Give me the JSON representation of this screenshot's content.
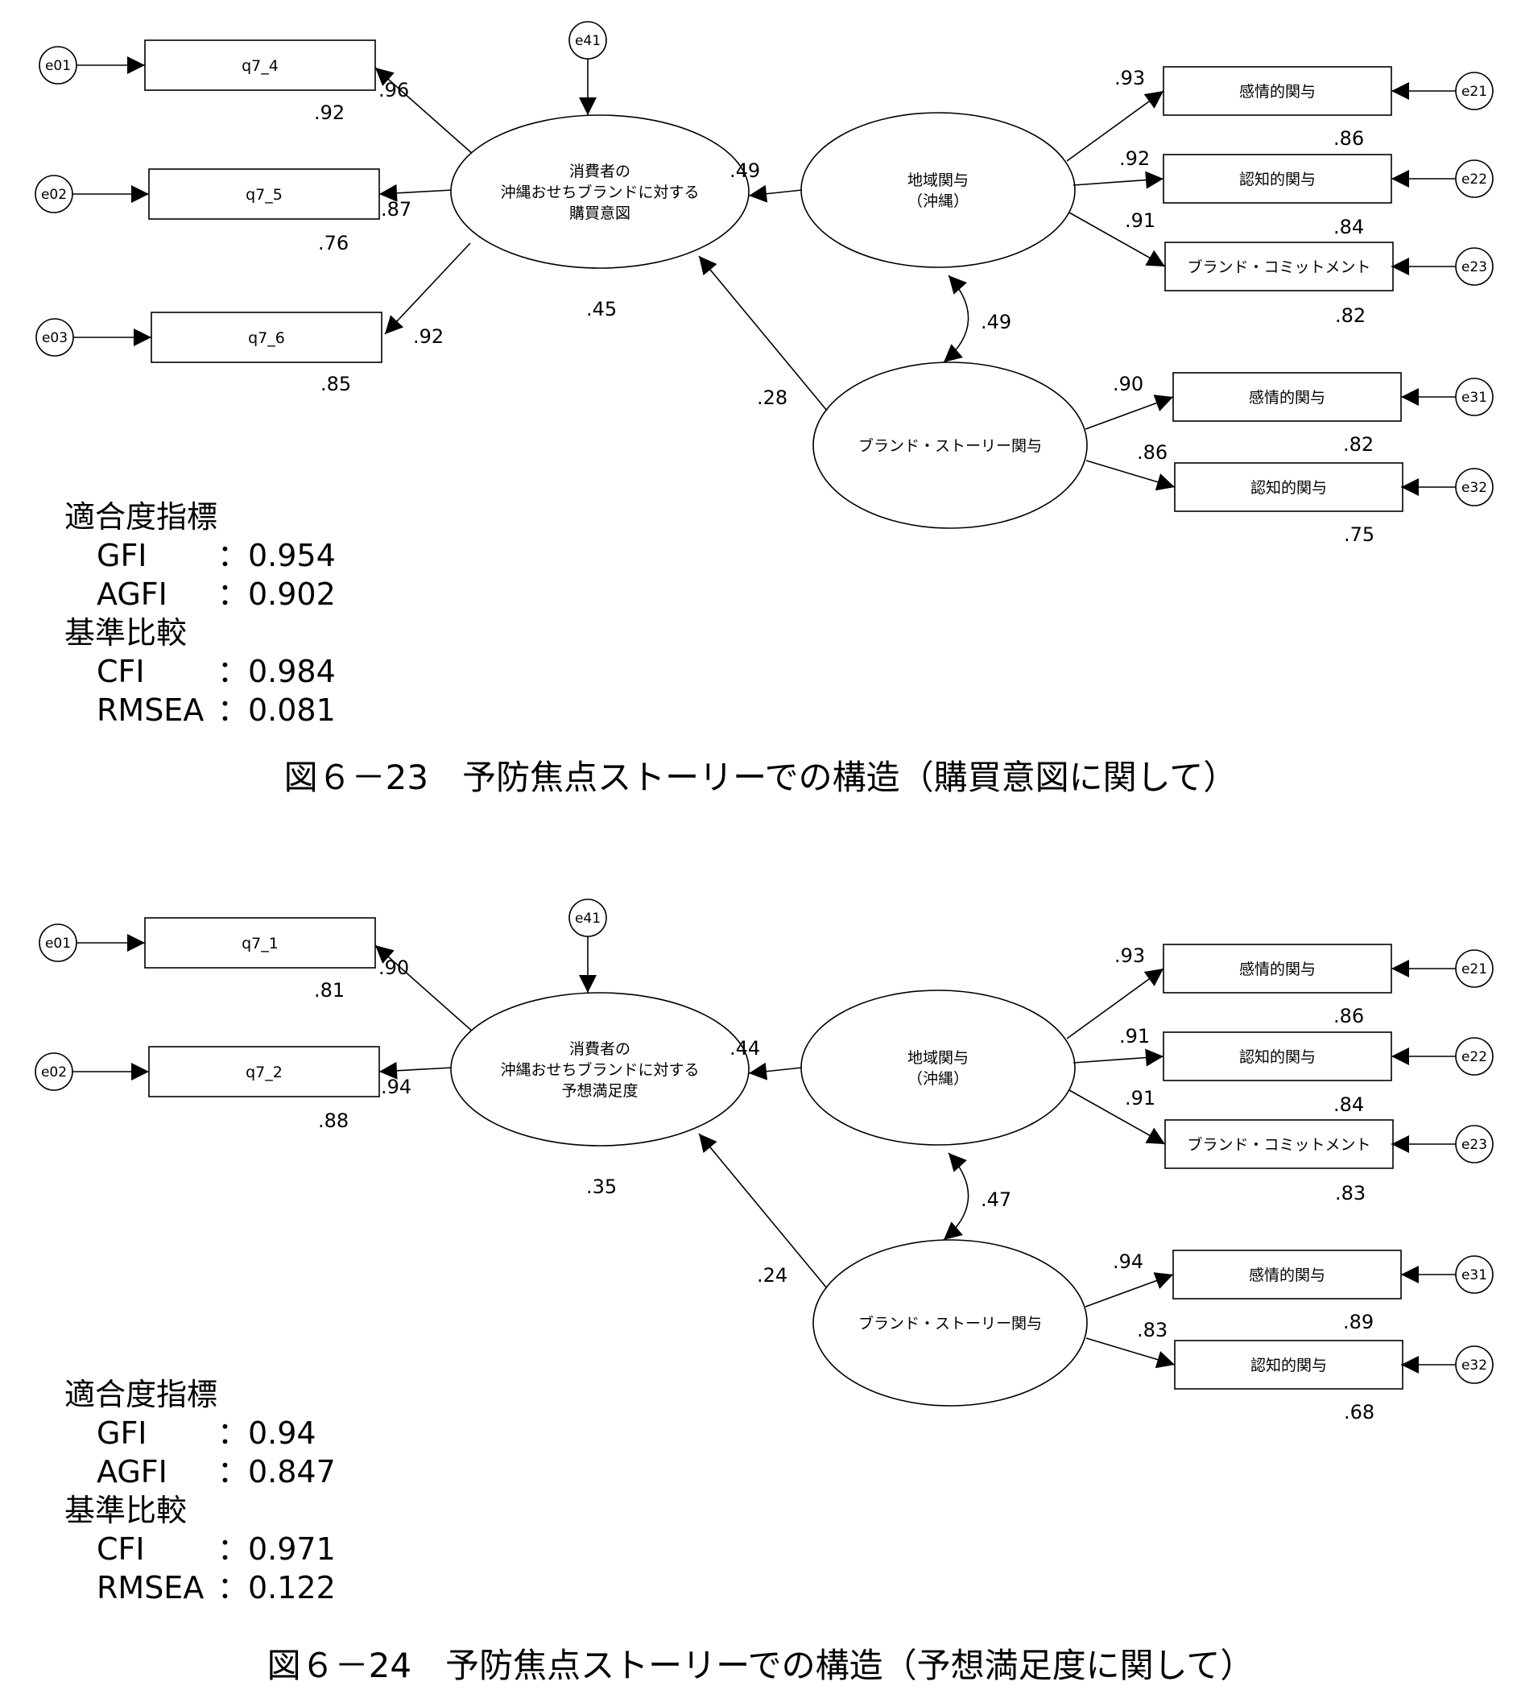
{
  "figures": [
    {
      "caption": "図６－23　予防焦点ストーリーでの構造（購買意図に関して）",
      "fit": {
        "heading1": "適合度指標",
        "gfi_label": "GFI",
        "gfi_value": "：0.954",
        "agfi_label": "AGFI",
        "agfi_value": "：0.902",
        "heading2": "基準比較",
        "cfi_label": "CFI",
        "cfi_value": "：0.984",
        "rmsea_label": "RMSEA",
        "rmsea_value": "：0.081"
      },
      "left_indicators": [
        {
          "label": "q7_4",
          "error": "e01",
          "loading": ".96",
          "r2": ".92"
        },
        {
          "label": "q7_5",
          "error": "e02",
          "loading": ".87",
          "r2": ".76"
        },
        {
          "label": "q7_6",
          "error": "e03",
          "loading": ".92",
          "r2": ".85"
        }
      ],
      "outcome": {
        "lines": [
          "消費者の",
          "沖縄おせちブランドに対する",
          "購買意図"
        ],
        "error": "e41",
        "r2": ".45"
      },
      "region": {
        "lines": [
          "地域関与",
          "（沖縄）"
        ],
        "path": ".49",
        "indicators": [
          {
            "label": "感情的関与",
            "error": "e21",
            "loading": ".93",
            "r2": ".86"
          },
          {
            "label": "認知的関与",
            "error": "e22",
            "loading": ".92",
            "r2": ".84"
          },
          {
            "label": "ブランド・コミットメント",
            "error": "e23",
            "loading": ".91",
            "r2": ".82"
          }
        ]
      },
      "story": {
        "lines": [
          "ブランド・ストーリー関与"
        ],
        "path": ".28",
        "indicators": [
          {
            "label": "感情的関与",
            "error": "e31",
            "loading": ".90",
            "r2": ".82"
          },
          {
            "label": "認知的関与",
            "error": "e32",
            "loading": ".86",
            "r2": ".75"
          }
        ]
      },
      "correlation": ".49"
    },
    {
      "caption": "図６－24　予防焦点ストーリーでの構造（予想満足度に関して）",
      "fit": {
        "heading1": "適合度指標",
        "gfi_label": "GFI",
        "gfi_value": "：0.94",
        "agfi_label": "AGFI",
        "agfi_value": "：0.847",
        "heading2": "基準比較",
        "cfi_label": "CFI",
        "cfi_value": "：0.971",
        "rmsea_label": "RMSEA",
        "rmsea_value": "：0.122"
      },
      "left_indicators": [
        {
          "label": "q7_1",
          "error": "e01",
          "loading": ".90",
          "r2": ".81"
        },
        {
          "label": "q7_2",
          "error": "e02",
          "loading": ".94",
          "r2": ".88"
        }
      ],
      "outcome": {
        "lines": [
          "消費者の",
          "沖縄おせちブランドに対する",
          "予想満足度"
        ],
        "error": "e41",
        "r2": ".35"
      },
      "region": {
        "lines": [
          "地域関与",
          "（沖縄）"
        ],
        "path": ".44",
        "indicators": [
          {
            "label": "感情的関与",
            "error": "e21",
            "loading": ".93",
            "r2": ".86"
          },
          {
            "label": "認知的関与",
            "error": "e22",
            "loading": ".91",
            "r2": ".84"
          },
          {
            "label": "ブランド・コミットメント",
            "error": "e23",
            "loading": ".91",
            "r2": ".83"
          }
        ]
      },
      "story": {
        "lines": [
          "ブランド・ストーリー関与"
        ],
        "path": ".24",
        "indicators": [
          {
            "label": "感情的関与",
            "error": "e31",
            "loading": ".94",
            "r2": ".89"
          },
          {
            "label": "認知的関与",
            "error": "e32",
            "loading": ".83",
            "r2": ".68"
          }
        ]
      },
      "correlation": ".47"
    }
  ]
}
